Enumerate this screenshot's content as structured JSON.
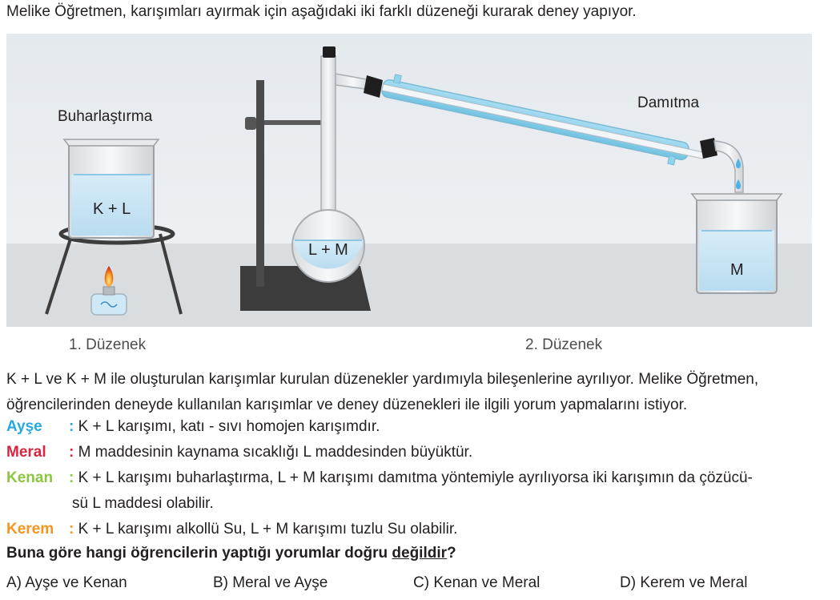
{
  "intro": "Melike Öğretmen, karışımları ayırmak için aşağıdaki iki farklı düzeneği kurarak deney yapıyor.",
  "figure": {
    "label_evaporation": "Buharlaştırma",
    "label_distillation": "Damıtma",
    "beaker1_content": "K + L",
    "flask_content": "L + M",
    "beaker2_content": "M",
    "caption1": "1. Düzenek",
    "caption2": "2. Düzenek",
    "colors": {
      "background": "#e8ecf0",
      "bench": "#d8dcdf",
      "liquid": "#c5e3f4",
      "condenser": "#8fd3ec",
      "stand": "#4a4a4a"
    }
  },
  "paragraph": "K + L ve K + M ile oluşturulan karışımlar kurulan düzenekler yardımıyla bileşenlerine ayrılıyor. Melike Öğretmen, öğrencilerinden deneyde kullanılan karışımlar ve deney düzenekleri ile ilgili yorum yapmalarını istiyor.",
  "comments": [
    {
      "name": "Ayşe",
      "color": "#27aae1",
      "text": "K + L karışımı, katı - sıvı homojen karışımdır."
    },
    {
      "name": "Meral",
      "color": "#d7263d",
      "text": "M maddesinin kaynama sıcaklığı L maddesinden büyüktür."
    },
    {
      "name": "Kenan",
      "color": "#8cc63f",
      "text": "K + L karışımı buharlaştırma, L + M karışımı damıtma yöntemiyle ayrılıyorsa iki karışımın da çözücü-",
      "text2": "sü L maddesi olabilir."
    },
    {
      "name": "Kerem",
      "color": "#f7941d",
      "text": "K + L karışımı alkollü Su, L + M karışımı tuzlu Su olabilir."
    }
  ],
  "question": {
    "prefix": "Buna göre hangi öğrencilerin yaptığı yorumlar doğru ",
    "emphasis": "değildir",
    "suffix": "?"
  },
  "options": [
    "A) Ayşe ve Kenan",
    "B) Meral ve Ayşe",
    "C) Kenan ve Meral",
    "D) Kerem ve Meral"
  ]
}
